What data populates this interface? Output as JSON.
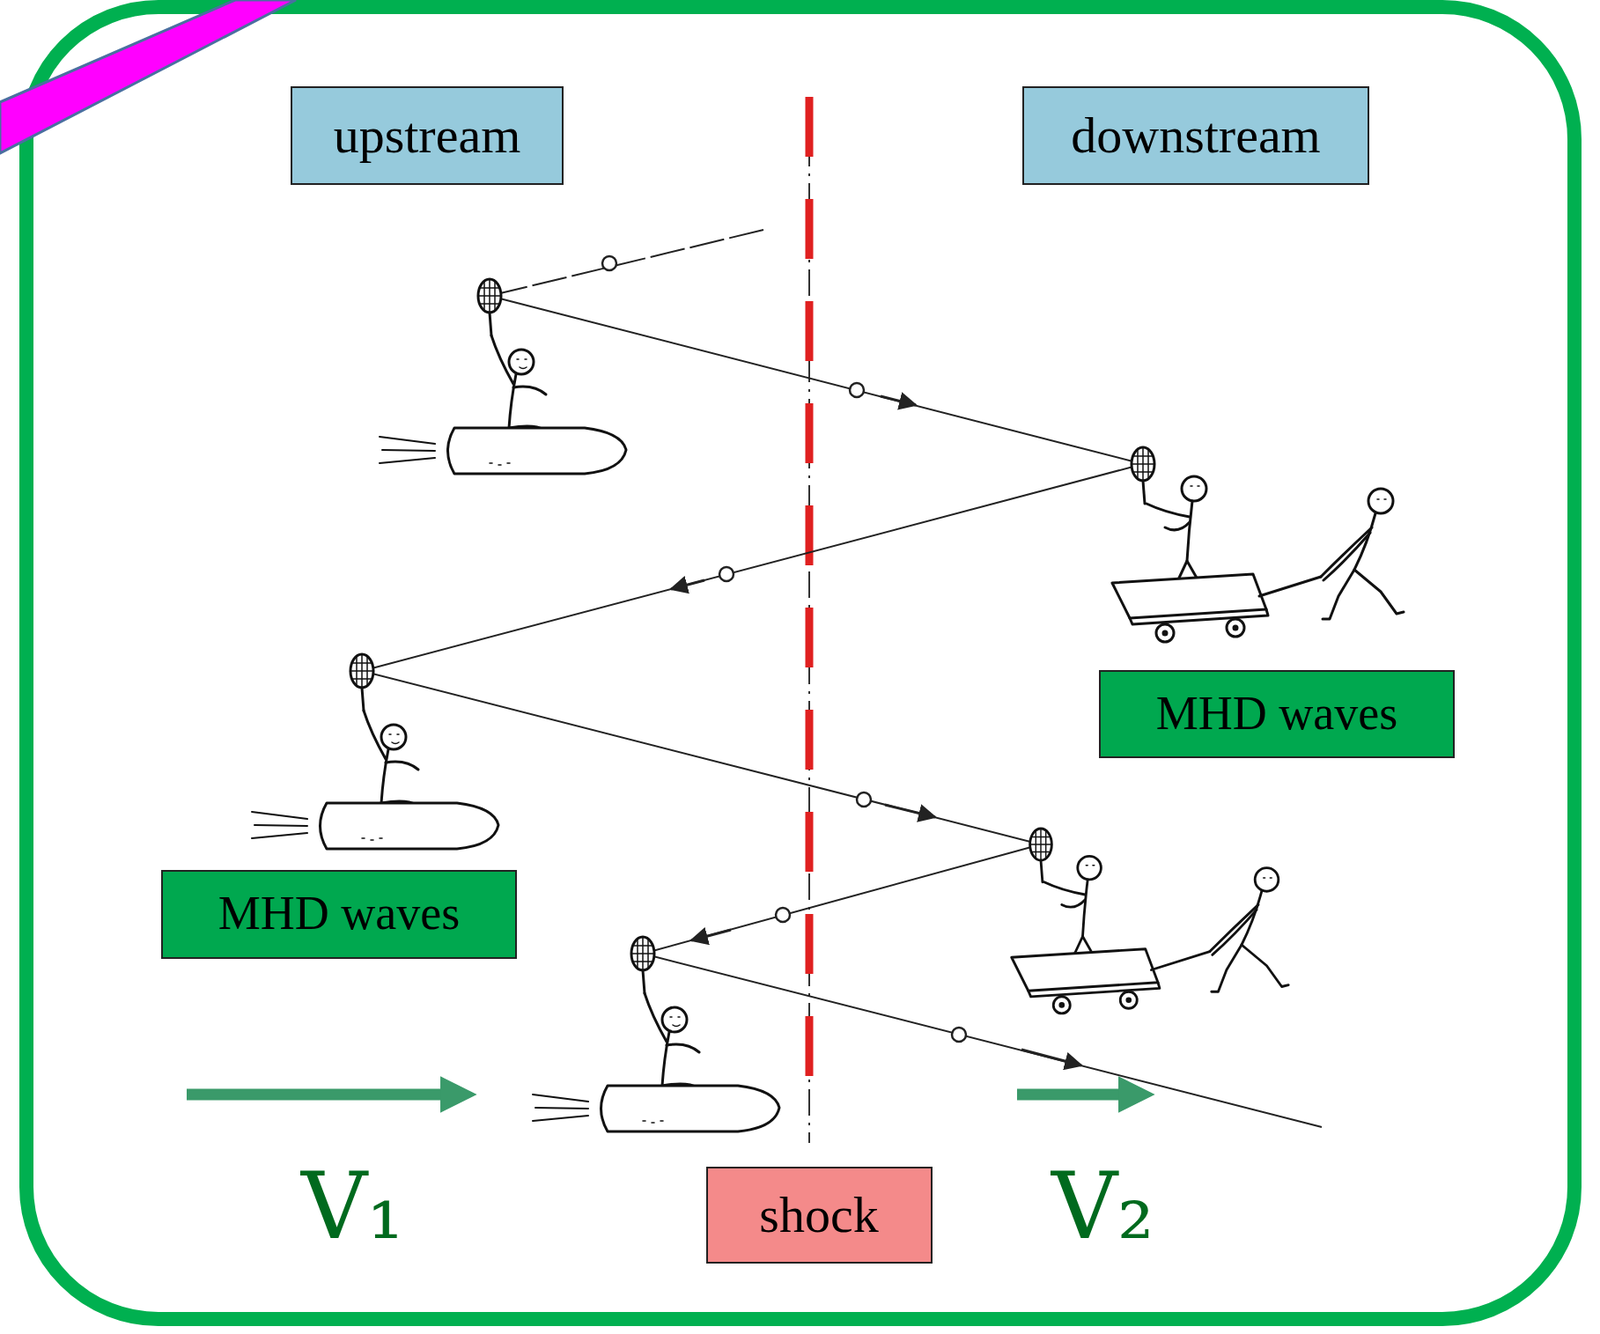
{
  "diagram": {
    "nodes": [
      {
        "text": [
          "upstream"
        ]
      },
      {
        "text": [
          "downstream"
        ]
      },
      {
        "text": [
          "MHD waves"
        ]
      },
      {
        "text": [
          "MHD waves"
        ]
      },
      {
        "text": [
          "shock"
        ]
      }
    ],
    "labels": [
      "V₁",
      "V₂"
    ]
  }
}
